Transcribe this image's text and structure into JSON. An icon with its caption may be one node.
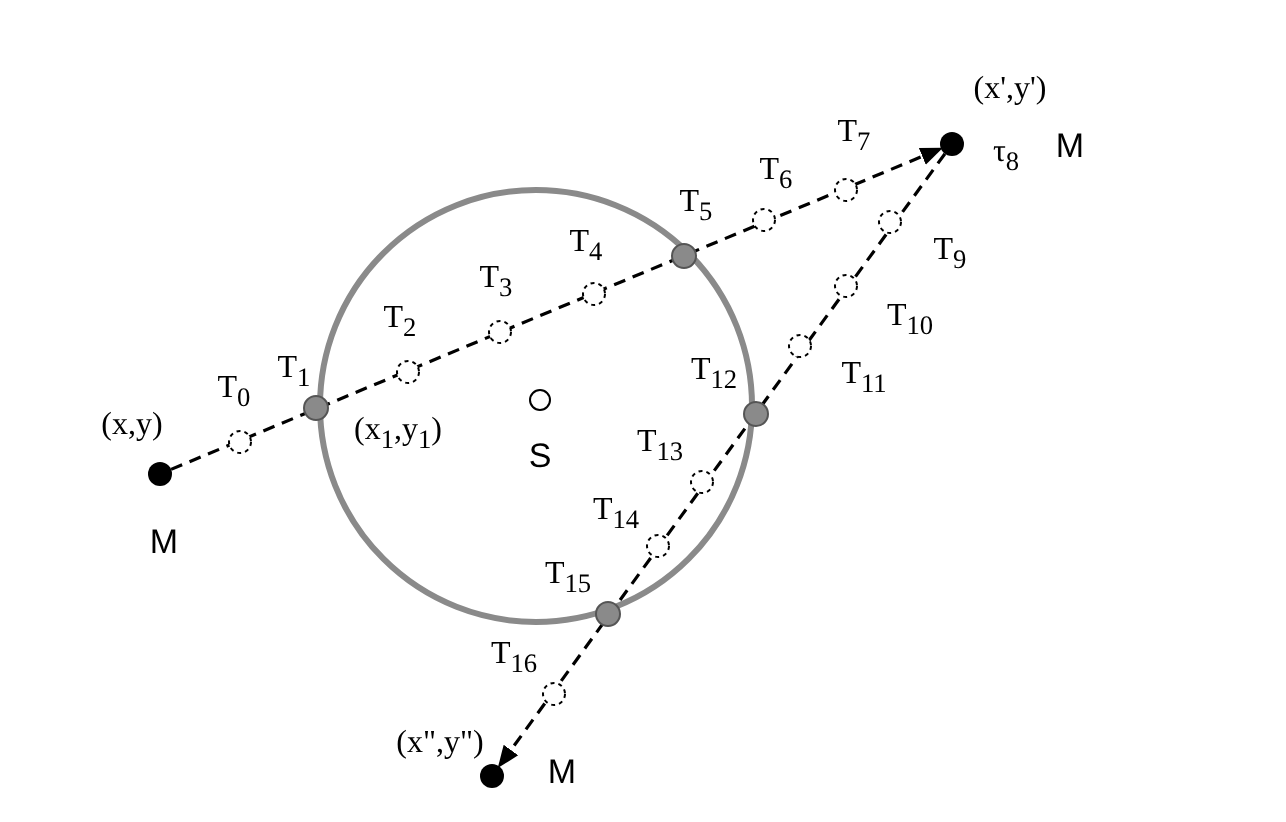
{
  "diagram": {
    "nodes": [
      {
        "text": [],
        "shape": "circle",
        "beside": [
          "(x,y)",
          "M"
        ]
      },
      {
        "text": [],
        "shape": "circle",
        "beside": [
          "(x\",y\")",
          "M"
        ]
      },
      {
        "text": [],
        "shape": "circle",
        "beside": [
          "(x',y')",
          "M"
        ]
      }
    ],
    "edges": [
      {
        "from": 0,
        "to": 2,
        "arrow": "to",
        "style": "dashed"
      },
      {
        "from": 2,
        "to": 1,
        "arrow": "to",
        "style": "dashed"
      }
    ],
    "labels": [
      "T$_{7}$",
      "τ$_{8}$",
      "T$_{6}$",
      "T$_{5}$",
      "T$_{4}$",
      "T$_{3}$",
      "T$_{9}$",
      "T$_{2}$",
      "T$_{10}$",
      "T$_{12}$",
      "T$_{0}$",
      "T$_{1}$",
      "T$_{11}$",
      "(x$_{1}$,y$_{1}$)",
      "S",
      "T$_{13}$",
      "T$_{14}$",
      "T$_{15}$",
      "T$_{16}$"
    ]
  }
}
